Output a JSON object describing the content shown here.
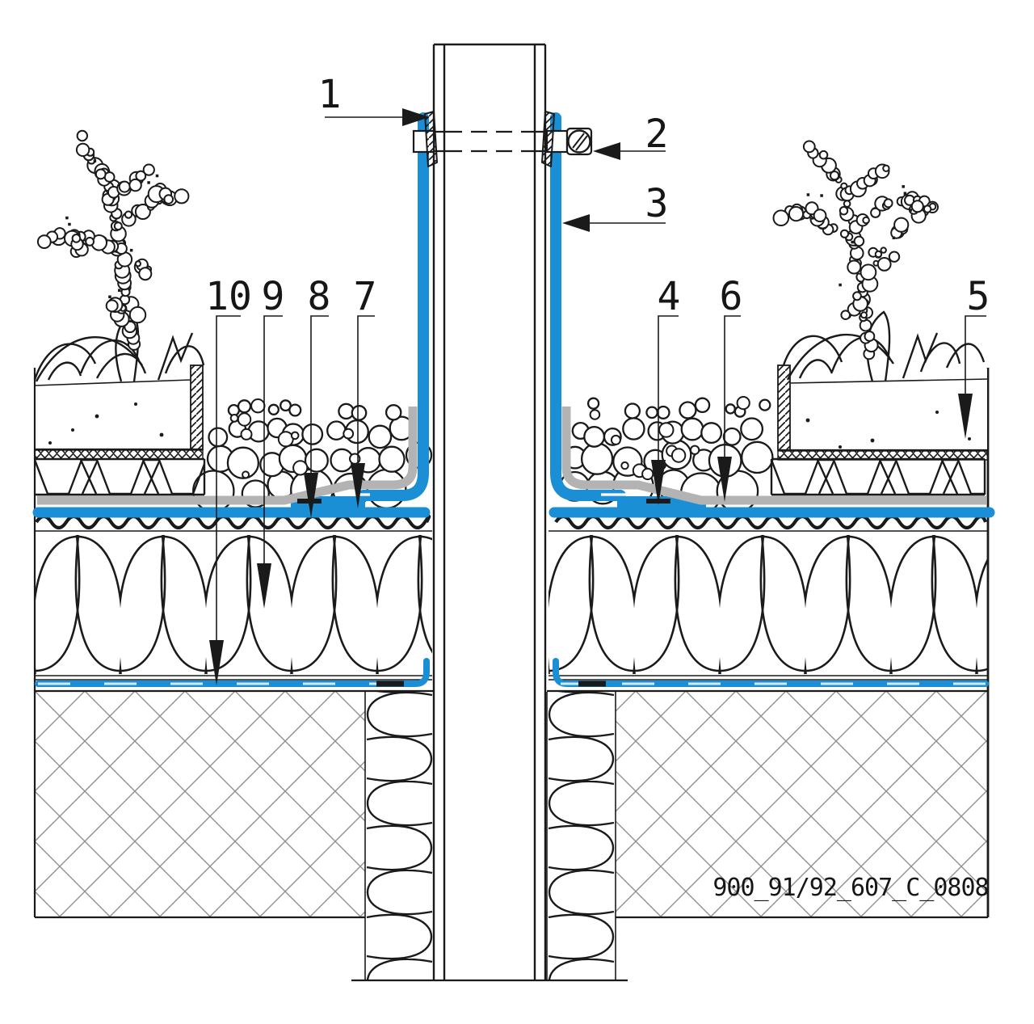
{
  "reference_code": "900_91/92_607_C_0808",
  "callouts": [
    {
      "label": "1"
    },
    {
      "label": "2"
    },
    {
      "label": "3"
    },
    {
      "label": "4"
    },
    {
      "label": "5"
    },
    {
      "label": "6"
    },
    {
      "label": "7"
    },
    {
      "label": "8"
    },
    {
      "label": "9"
    },
    {
      "label": "10"
    }
  ],
  "colors": {
    "membrane-blue": "#1b8fd6",
    "membrane-blue-light": "#cfeaf8",
    "protection-gray": "#b3b3b3",
    "line-black": "#1a1a1a",
    "hatch-gray": "#8f8f8f"
  }
}
